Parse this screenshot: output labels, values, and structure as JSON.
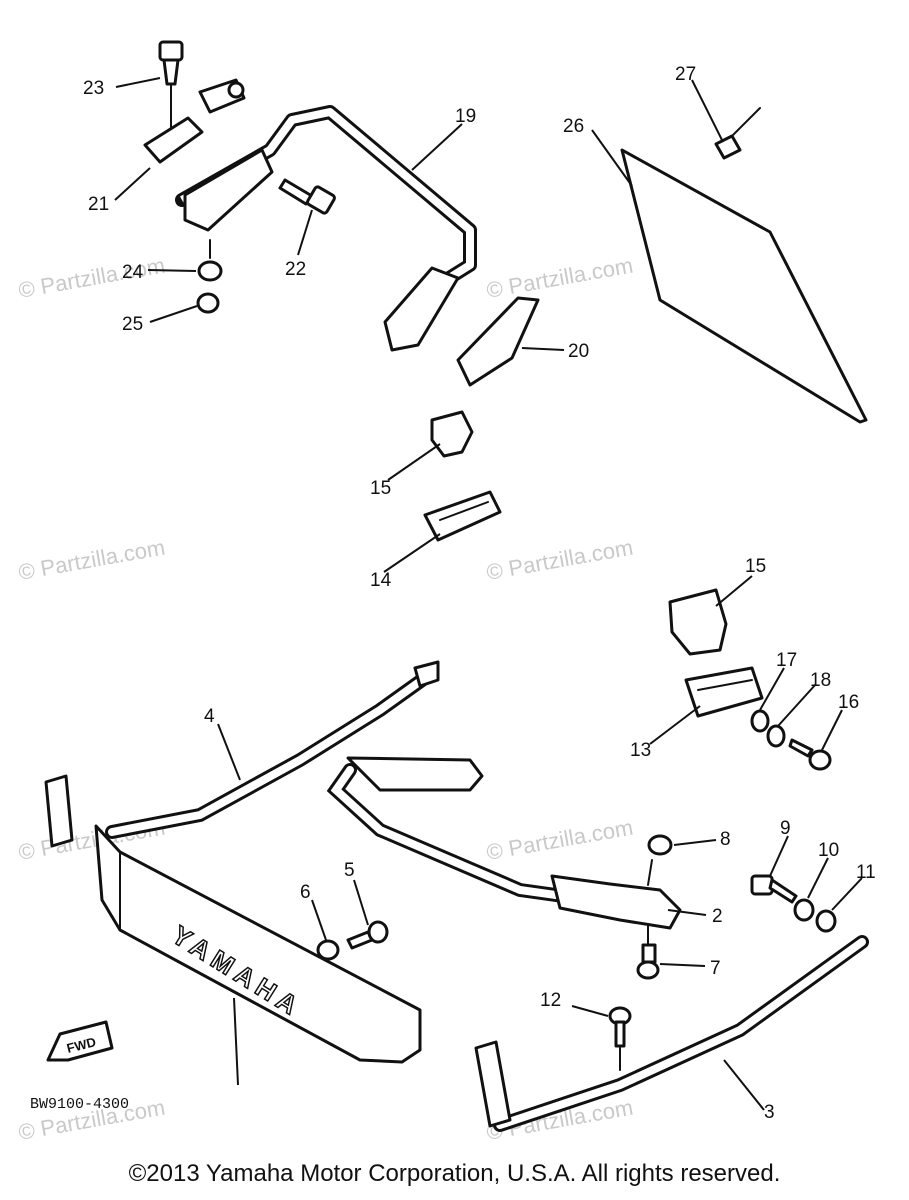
{
  "callouts": [
    "23",
    "21",
    "24",
    "25",
    "22",
    "19",
    "20",
    "27",
    "26",
    "15",
    "14",
    "15",
    "13",
    "17",
    "18",
    "16",
    "4",
    "8",
    "9",
    "10",
    "11",
    "2",
    "7",
    "5",
    "6",
    "12",
    "3"
  ],
  "watermark": "© Partzilla.com",
  "drawing_code": "BW9100-4300",
  "fwd_label": "FWD",
  "brand_embossing": "YAMAHA",
  "copyright": "©2013  Yamaha Motor Corporation, U.S.A. All rights reserved."
}
